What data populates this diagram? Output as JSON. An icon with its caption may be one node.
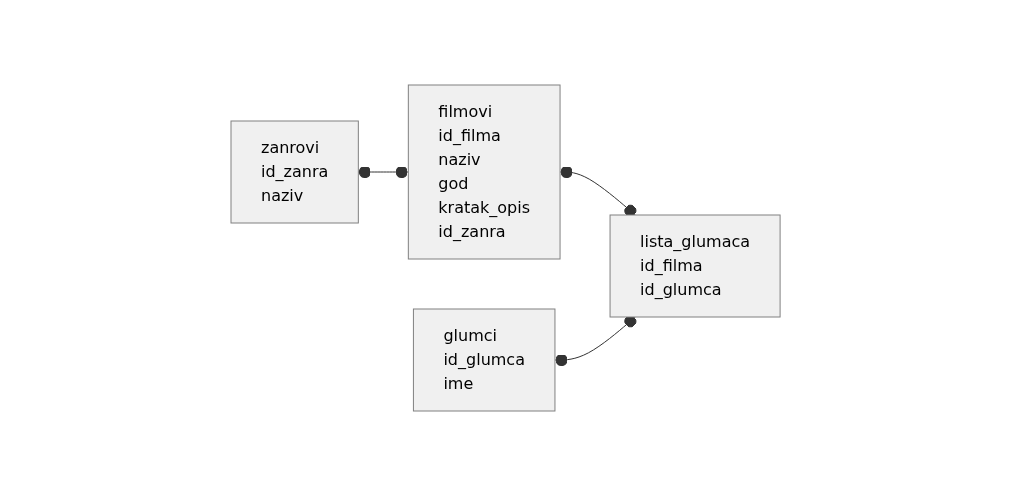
{
  "diagram": {
    "nodes": [
      {
        "text": [
          "zanrovi",
          "id_zanra",
          "naziv"
        ]
      },
      {
        "text": [
          "filmovi",
          "id_filma",
          "naziv",
          "god",
          "kratak_opis",
          "id_zanra"
        ]
      },
      {
        "text": [
          "lista_glumaca",
          "id_filma",
          "id_glumca"
        ]
      },
      {
        "text": [
          "glumci",
          "id_glumca",
          "ime"
        ]
      }
    ],
    "edges": [
      {
        "from": 0,
        "to": 1,
        "arrow": "other"
      },
      {
        "from": 1,
        "to": 2,
        "arrow": "other"
      },
      {
        "from": 3,
        "to": 2,
        "arrow": "other"
      }
    ]
  }
}
